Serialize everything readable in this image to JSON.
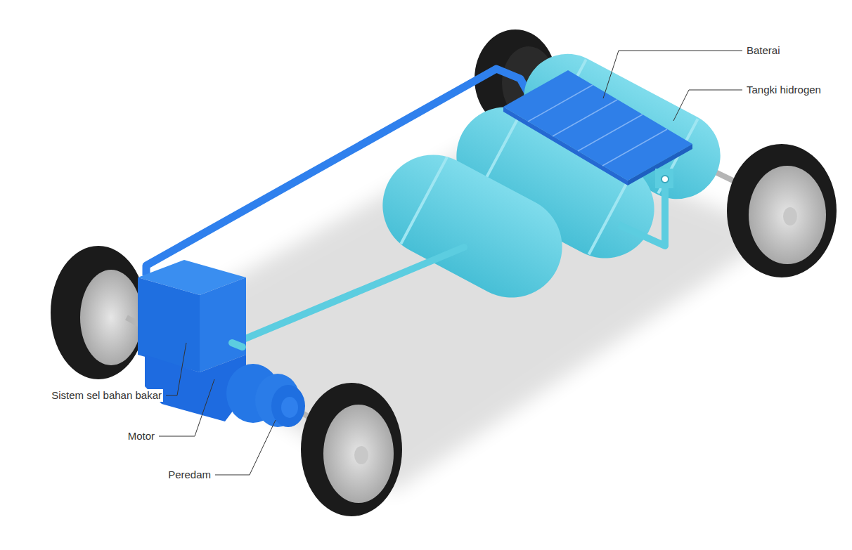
{
  "diagram": {
    "labels": [
      "Baterai",
      "Tangki hidrogen",
      "Sistem sel bahan bakar",
      "Motor",
      "Peredam"
    ]
  }
}
